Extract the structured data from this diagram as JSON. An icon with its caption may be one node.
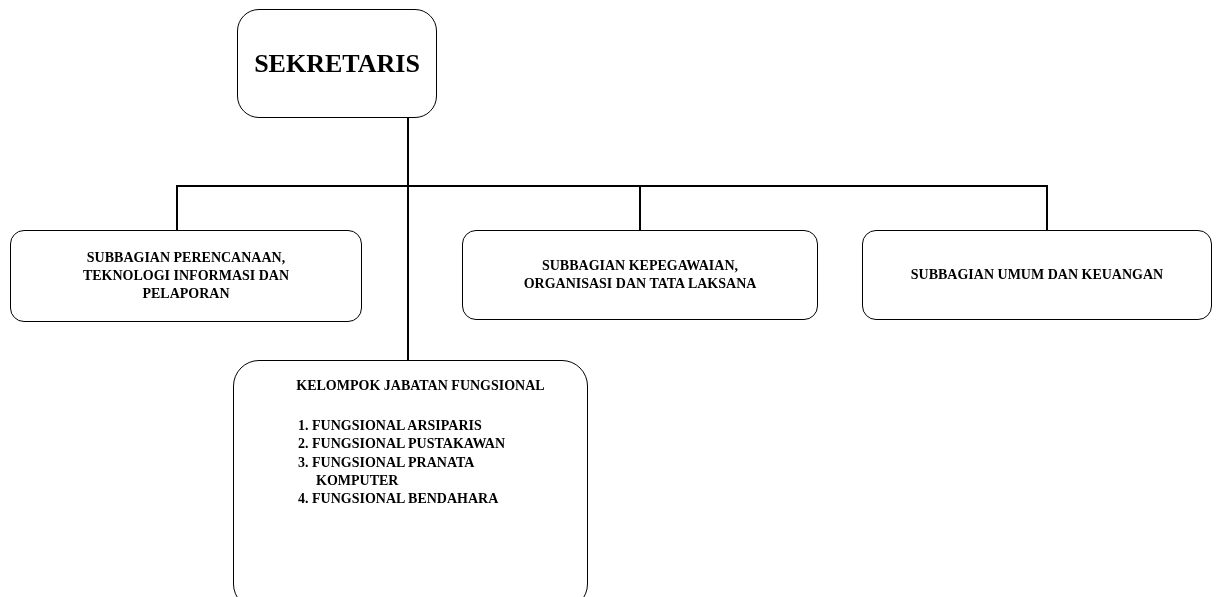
{
  "diagram": {
    "nodes": [
      {
        "text": [
          "SEKRETARIS"
        ]
      },
      {
        "text": [
          "SUBBAGIAN PERENCANAAN, TEKNOLOGI INFORMASI DAN PELAPORAN"
        ]
      },
      {
        "text": [
          "SUBBAGIAN KEPEGAWAIAN, ORGANISASI DAN TATA LAKSANA"
        ]
      },
      {
        "text": [
          "SUBBAGIAN UMUM DAN KEUANGAN"
        ]
      },
      {
        "text": [
          "KELOMPOK JABATAN FUNGSIONAL",
          "1. FUNGSIONAL ARSIPARIS",
          "2. FUNGSIONAL PUSTAKAWAN",
          "3. FUNGSIONAL PRANATA KOMPUTER",
          "4. FUNGSIONAL BENDAHARA"
        ]
      }
    ],
    "edges": [
      {
        "from": 0,
        "to": 1,
        "arrow": "none"
      },
      {
        "from": 0,
        "to": 2,
        "arrow": "none"
      },
      {
        "from": 0,
        "to": 3,
        "arrow": "none"
      },
      {
        "from": 0,
        "to": 4,
        "arrow": "none"
      }
    ]
  }
}
